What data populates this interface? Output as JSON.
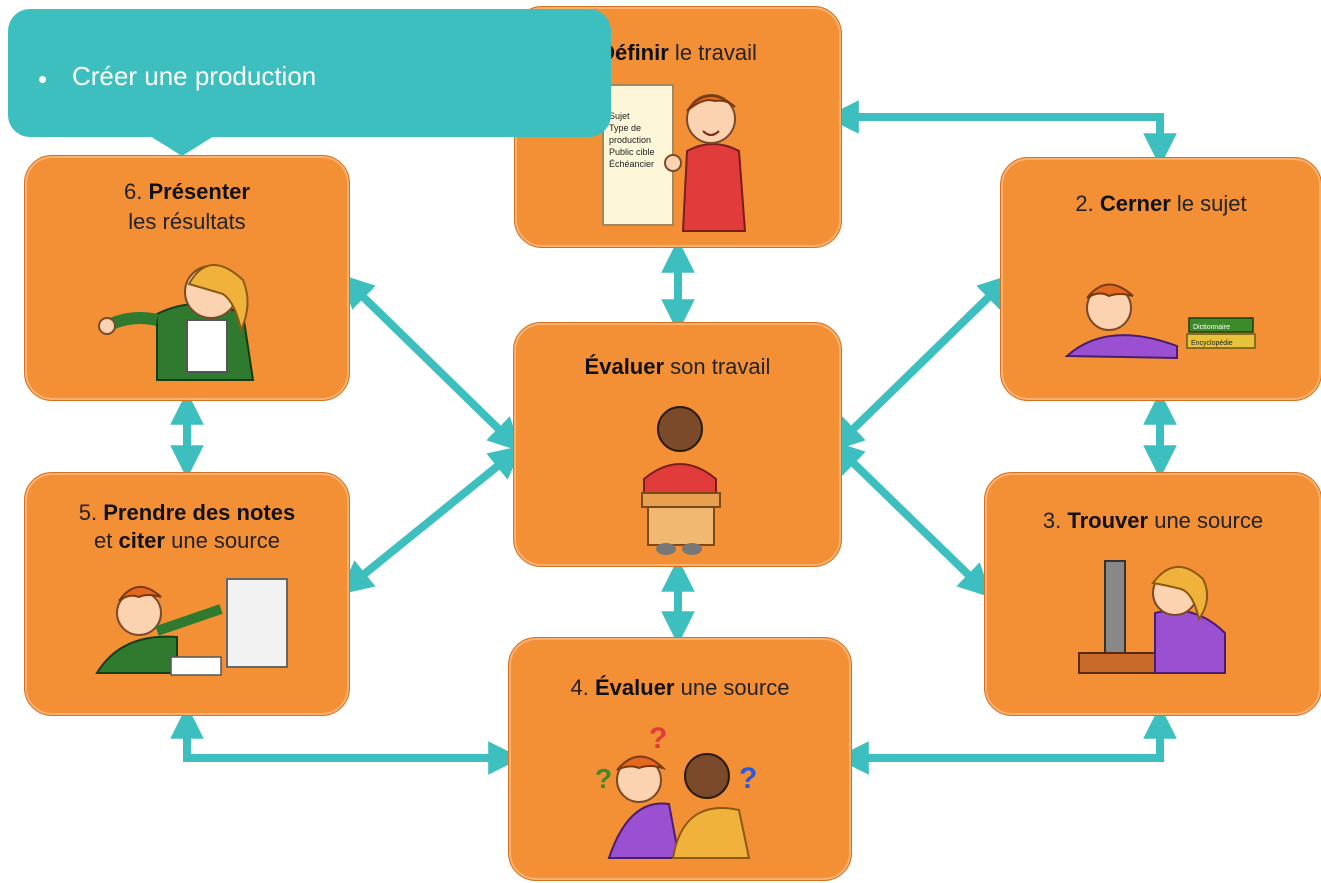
{
  "diagram": {
    "callout": {
      "bullet": "•",
      "text": "Créer une production"
    },
    "steps": [
      {
        "id": "define",
        "number": "",
        "bold": "Définir",
        "rest": " le travail",
        "line2": ""
      },
      {
        "id": "cerner",
        "number": "2. ",
        "bold": "Cerner",
        "rest": " le sujet",
        "line2": ""
      },
      {
        "id": "trouver",
        "number": "3. ",
        "bold": "Trouver",
        "rest": " une source",
        "line2": ""
      },
      {
        "id": "evaluer-source",
        "number": "4. ",
        "bold": "Évaluer",
        "rest": " une source",
        "line2": ""
      },
      {
        "id": "notes",
        "number": "5. ",
        "bold": "Prendre des notes",
        "rest": "",
        "line2_pre": "et ",
        "line2_bold": "citer",
        "line2_post": " une source"
      },
      {
        "id": "presenter",
        "number": "6. ",
        "bold": "Présenter",
        "rest": "",
        "line2": "les résultats"
      },
      {
        "id": "center",
        "number": "",
        "bold": "Évaluer",
        "rest": " son travail",
        "line2": ""
      }
    ],
    "sheet_lines": [
      "Sujet",
      "Type de",
      "production",
      "Public cible",
      "Échéancier"
    ],
    "book_labels": [
      "Dictionnaire",
      "Encyclopédie"
    ],
    "colors": {
      "box": "#f39036",
      "arrow": "#3dbfbf",
      "callout": "#3dbfbf"
    }
  }
}
